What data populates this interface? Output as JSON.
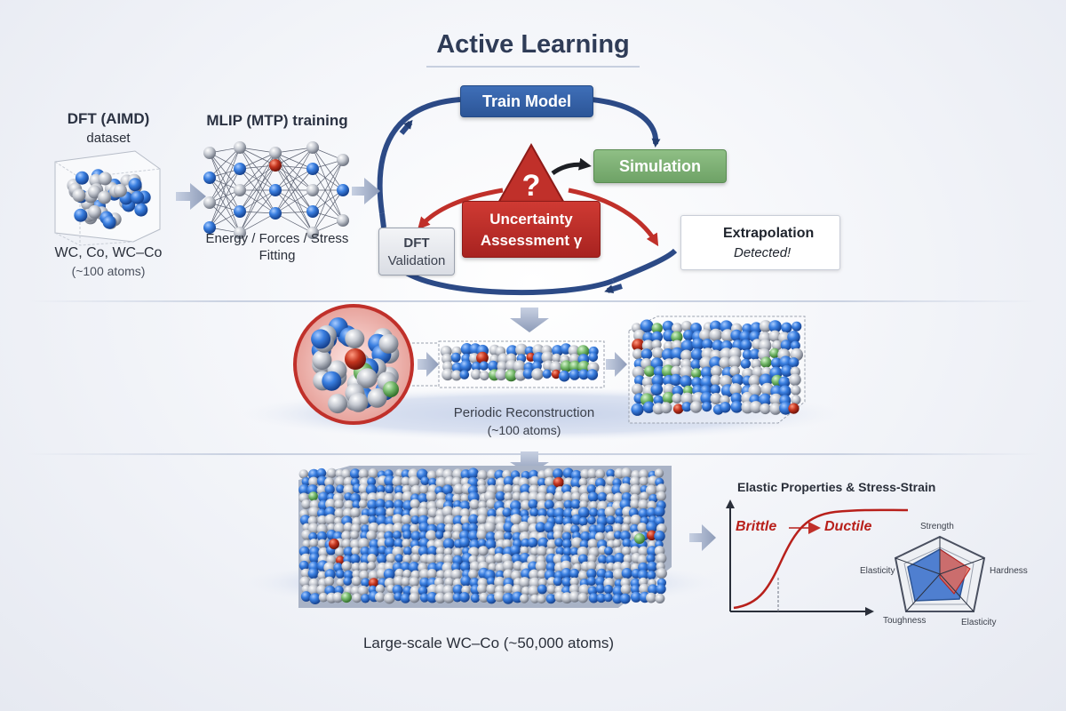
{
  "title": "Active Learning",
  "left": {
    "dft_title": "DFT (AIMD)",
    "dft_sub": "dataset",
    "dft_systems": "WC, Co, WC–Co",
    "dft_atoms": "(~100 atoms)",
    "mlip_title": "MLIP (MTP) training",
    "mlip_line1": "Energy / Forces / Stress",
    "mlip_line2": "Fitting"
  },
  "loop": {
    "train_model": "Train Model",
    "simulation": "Simulation",
    "uncertainty_line1": "Uncertainty",
    "uncertainty_line2": "Assessment γ",
    "question_mark": "?",
    "dft_validation_line1": "DFT",
    "dft_validation_line2": "Validation",
    "extrapolation": "Extrapolation",
    "detected": "Detected!",
    "warning_mark": "!"
  },
  "middle": {
    "periodic": "Periodic Reconstruction",
    "atoms": "(~100 atoms)"
  },
  "bottom": {
    "large_scale": "Large-scale WC–Co (~50,000 atoms)",
    "chart_title": "Elastic Properties & Stress-Strain",
    "brittle": "Brittle",
    "ductile": "Ductile",
    "radar_labels": [
      "Strength",
      "Hardness",
      "Elasticity",
      "Toughness",
      "Elasticity"
    ]
  },
  "colors": {
    "tungsten_blue": "#2f72d0",
    "cobalt_gray": "#b9bdc6",
    "accent_red": "#c0302a",
    "accent_green": "#6ea266",
    "accent_navy": "#2c5597"
  }
}
